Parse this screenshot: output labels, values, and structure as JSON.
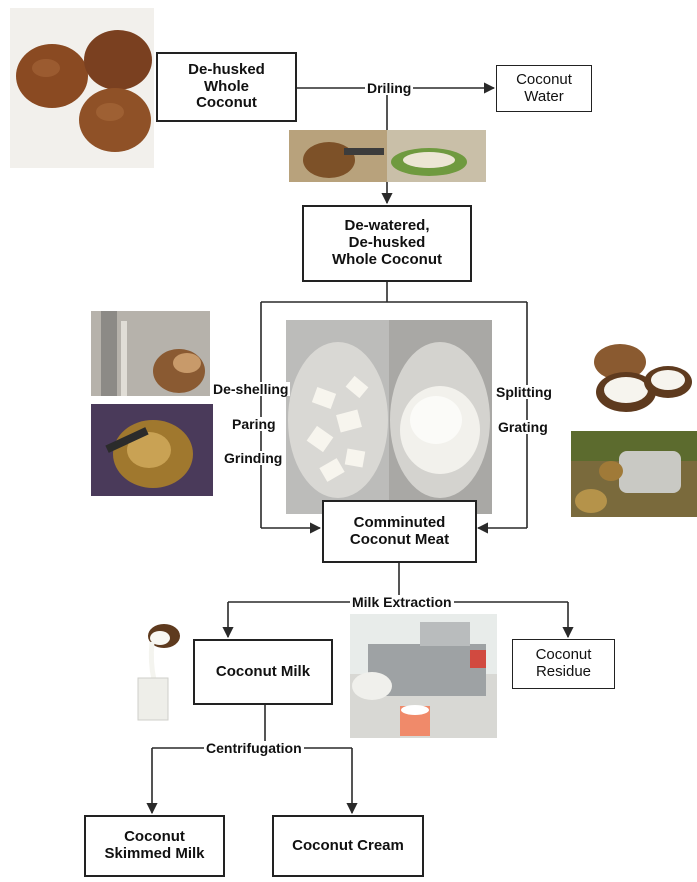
{
  "diagram": {
    "nodes": {
      "dehusked": [
        "De-husked",
        "Whole",
        "Coconut"
      ],
      "water": [
        "Coconut",
        "Water"
      ],
      "dewatered": [
        "De-watered,",
        "De-husked",
        "Whole Coconut"
      ],
      "comminuted": [
        "Comminuted",
        "Coconut Meat"
      ],
      "milk": "Coconut Milk",
      "residue": [
        "Coconut",
        "Residue"
      ],
      "skimmed": [
        "Coconut",
        "Skimmed Milk"
      ],
      "cream": "Coconut Cream"
    },
    "edge_labels": {
      "drilling": "Driling",
      "deshelling": "De-shelling",
      "paring": "Paring",
      "grinding": "Grinding",
      "splitting": "Splitting",
      "grating": "Grating",
      "milk_extraction": "Milk Extraction",
      "centrifugation": "Centrifugation"
    }
  },
  "colors": {
    "line": "#2a2a2a",
    "coconut_shell": "#8a4a22",
    "coconut_meat": "#f4f2ec"
  }
}
